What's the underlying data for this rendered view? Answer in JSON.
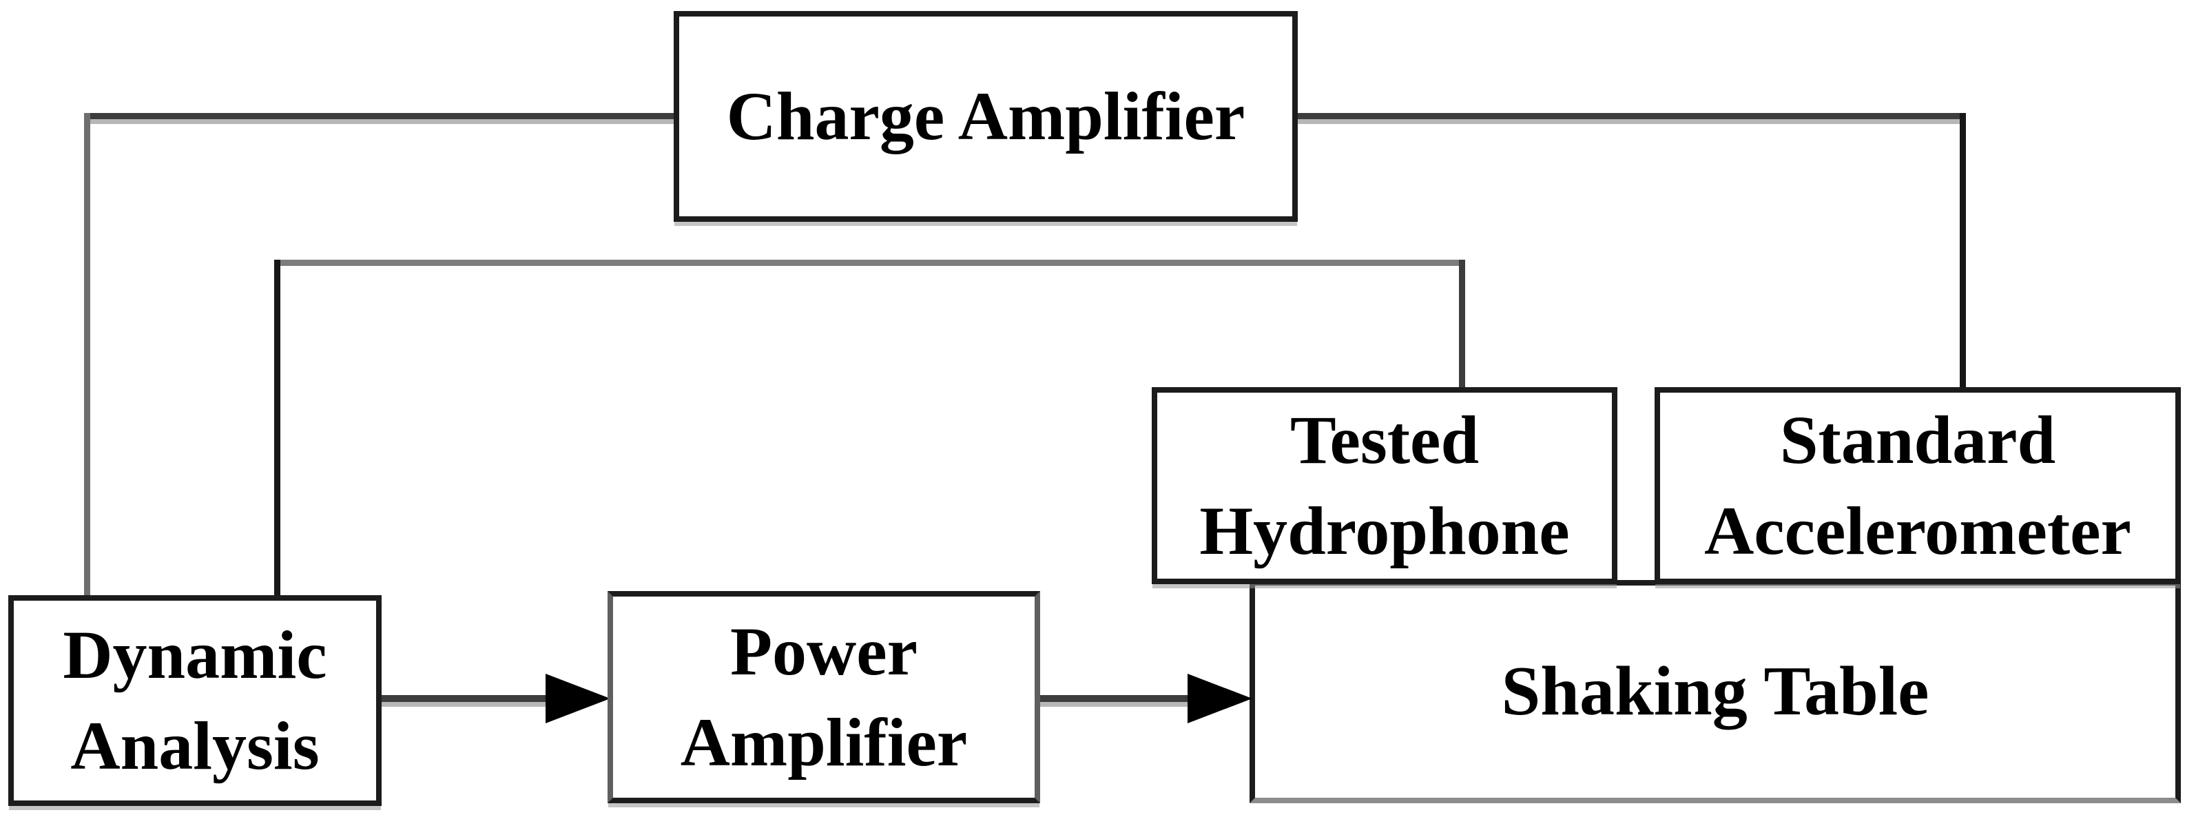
{
  "colors": {
    "background": "#ffffff",
    "box_border": "#1c1c1c",
    "text": "#000000",
    "connector_dark": "#3d3d3d",
    "connector_gray": "#7d7d7d",
    "arrow_head": "#000000",
    "table_bottom_border": "#8c8c8c"
  },
  "nodes": {
    "charge_amplifier": {
      "label": "Charge Amplifier"
    },
    "tested_hydrophone": {
      "line1": "Tested",
      "line2": "Hydrophone"
    },
    "standard_accelerometer": {
      "line1": "Standard",
      "line2": "Accelerometer"
    },
    "dynamic_analysis": {
      "line1": "Dynamic",
      "line2": "Analysis"
    },
    "power_amplifier": {
      "line1": "Power",
      "line2": "Amplifier"
    },
    "shaking_table": {
      "label": "Shaking Table"
    }
  },
  "edges": [
    {
      "from": "charge_amplifier",
      "to": "dynamic_analysis",
      "type": "line"
    },
    {
      "from": "charge_amplifier",
      "to": "standard_accelerometer",
      "type": "line"
    },
    {
      "from": "dynamic_analysis",
      "to": "tested_hydrophone",
      "type": "line"
    },
    {
      "from": "dynamic_analysis",
      "to": "power_amplifier",
      "type": "arrow"
    },
    {
      "from": "power_amplifier",
      "to": "shaking_table",
      "type": "arrow"
    }
  ]
}
